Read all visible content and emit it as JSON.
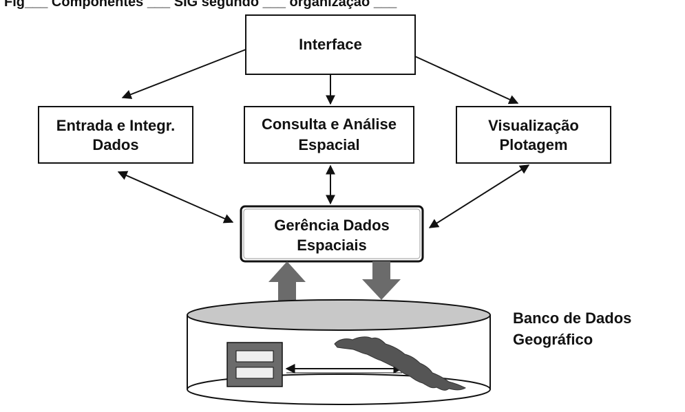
{
  "header_fragment": "Fig___ Componentes ___ SIG segundo ___ organização ___ ",
  "boxes": {
    "interface": {
      "label": "Interface"
    },
    "entrada": {
      "line1": "Entrada e Integr.",
      "line2": "Dados"
    },
    "consulta": {
      "line1": "Consulta e Análise",
      "line2": "Espacial"
    },
    "visualizacao": {
      "line1": "Visualização",
      "line2": "Plotagem"
    },
    "gerencia": {
      "line1": "Gerência Dados",
      "line2": "Espaciais"
    }
  },
  "database": {
    "line1": "Banco de Dados",
    "line2": "Geográfico"
  },
  "colors": {
    "stroke": "#111111",
    "database_top": "#c8c8c8",
    "big_arrow": "#6b6b6b",
    "map_fill": "#555555"
  }
}
